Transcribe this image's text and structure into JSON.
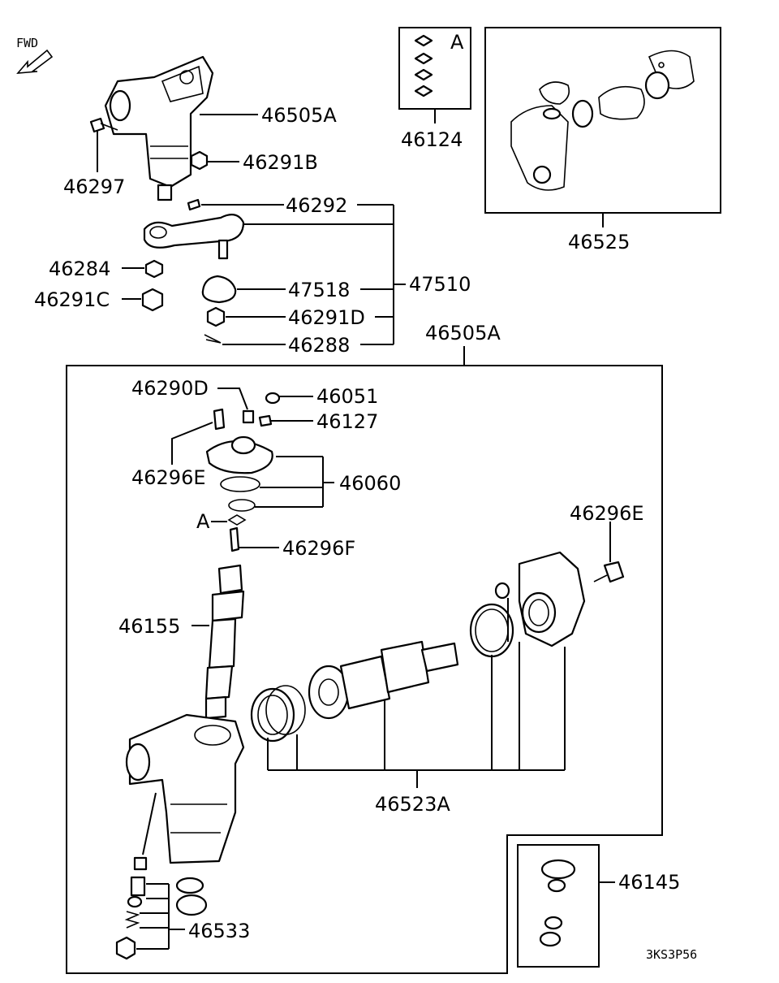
{
  "diagram": {
    "fwd": "FWD",
    "code": "3KS3P56",
    "part_labels": {
      "p46505A_top": "46505A",
      "p46297": "46297",
      "p46291B": "46291B",
      "p46292": "46292",
      "p46284": "46284",
      "p46291C": "46291C",
      "p47518": "47518",
      "p47510": "47510",
      "p46291D": "46291D",
      "p46288": "46288",
      "p46124": "46124",
      "p46124_A": "A",
      "p46525": "46525",
      "p46505A_box": "46505A",
      "p46290D": "46290D",
      "p46051": "46051",
      "p46127": "46127",
      "p46296E_left": "46296E",
      "p46060": "46060",
      "pA": "A",
      "p46296F": "46296F",
      "p46296E_right": "46296E",
      "p46155": "46155",
      "p46523A": "46523A",
      "p46145": "46145",
      "p46533": "46533"
    }
  }
}
